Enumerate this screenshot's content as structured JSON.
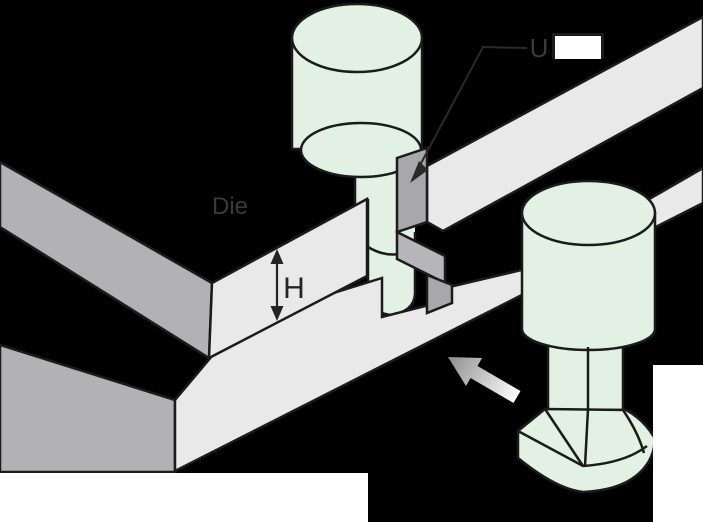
{
  "figure": {
    "kind": "isometric-die-and-punch-illustration",
    "labels": {
      "die": "Die",
      "height_dimension": "H",
      "u_label": "U"
    },
    "colors": {
      "background": "#000000",
      "face_light": "#e9e9ea",
      "face_shadow": "#b2b2b5",
      "punch_fill": "#e3f0e4",
      "part_gray": "#a8a8ab",
      "part_gray_light": "#b6b6b9",
      "outline": "#1b1b1b",
      "label_text": "#3a3a3c",
      "dimension_text": "#242424",
      "feed_arrow_dark": "#8e8e8e",
      "feed_arrow_light": "#fdfdfd",
      "patch": "#ffffff"
    }
  }
}
